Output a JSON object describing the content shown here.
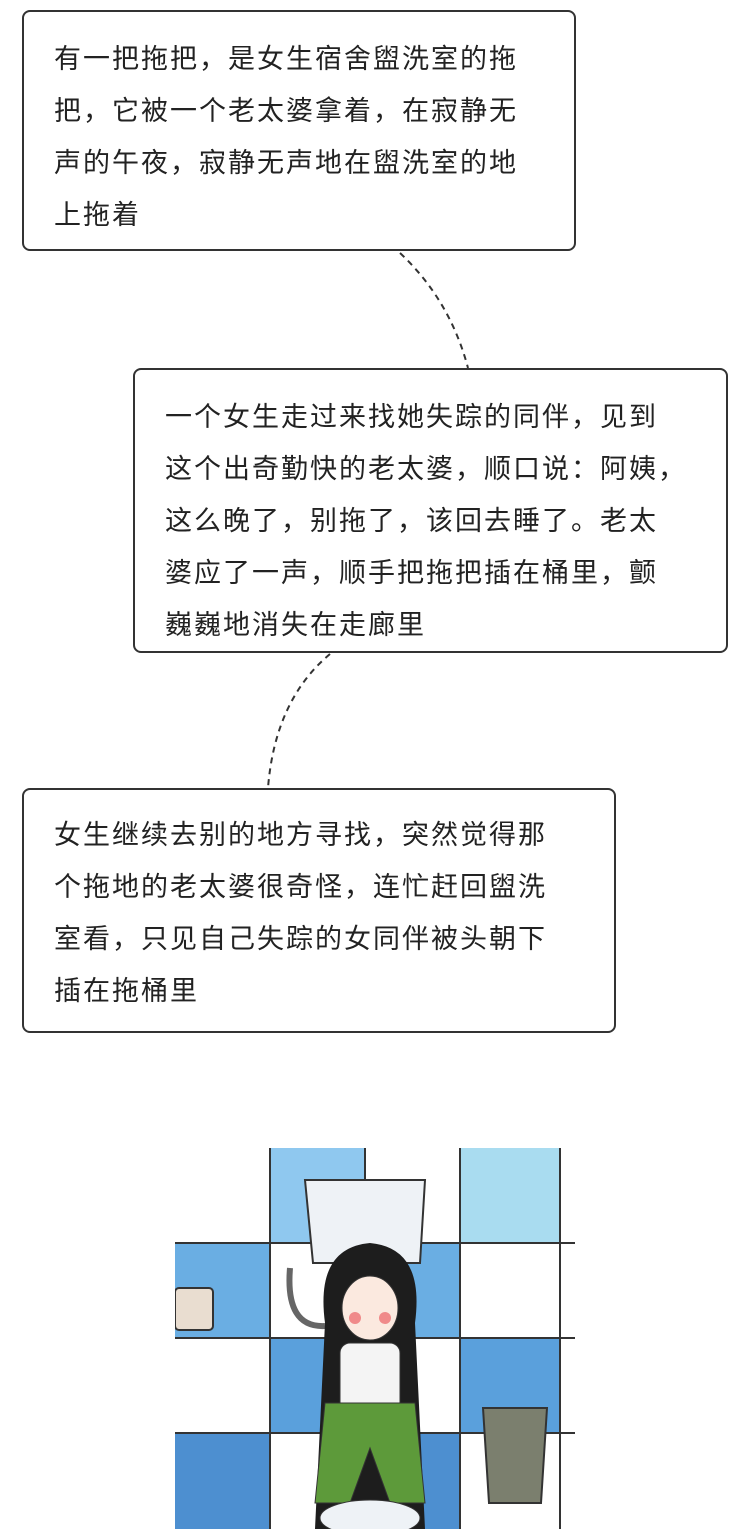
{
  "boxes": [
    {
      "lines": [
        "有一把拖把，是女生宿舍盥洗室的拖",
        "把，它被一个老太婆拿着，在寂静无",
        "声的午夜，寂静无声地在盥洗室的地",
        "上拖着"
      ]
    },
    {
      "lines": [
        "一个女生走过来找她失踪的同伴，见到",
        "这个出奇勤快的老太婆，顺口说：阿姨，",
        "这么晚了，别拖了，该回去睡了。老太",
        "婆应了一声，顺手把拖把插在桶里，颤",
        "巍巍地消失在走廊里"
      ]
    },
    {
      "lines": [
        "女生继续去别的地方寻找，突然觉得那",
        "个拖地的老太婆很奇怪，连忙赶回盥洗",
        "室看，只见自己失踪的女同伴被头朝下",
        "插在拖桶里"
      ]
    }
  ],
  "colors": {
    "tile_blue": "#5aa0dc",
    "tile_light": "#bfe0f5",
    "pants": "#5d9a3a",
    "bin": "#7b7f6e"
  }
}
